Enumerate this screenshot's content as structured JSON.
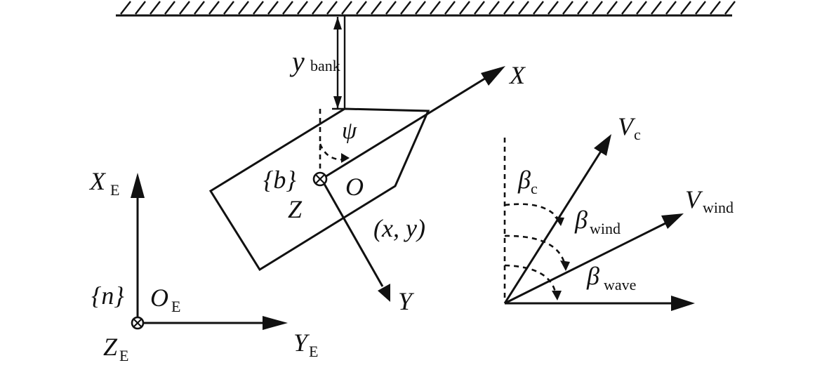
{
  "bank": {
    "symbol": "y",
    "subscript": "bank"
  },
  "body_frame": {
    "x_axis": "X",
    "y_axis": "Y",
    "z_axis": "Z",
    "origin": "O",
    "frame_label": "{b}",
    "heading_angle": "ψ",
    "position": "(x, y)"
  },
  "earth_frame": {
    "x_axis": "X",
    "x_sub": "E",
    "y_axis": "Y",
    "y_sub": "E",
    "z_axis": "Z",
    "z_sub": "E",
    "origin": "O",
    "origin_sub": "E",
    "frame_label": "{n}"
  },
  "disturbances": {
    "current": {
      "symbol": "V",
      "sub": "c",
      "angle_symbol": "β",
      "angle_sub": "c"
    },
    "wind": {
      "symbol": "V",
      "sub": "wind",
      "angle_symbol": "β",
      "angle_sub": "wind"
    },
    "wave": {
      "angle_symbol": "β",
      "angle_sub": "wave"
    }
  }
}
